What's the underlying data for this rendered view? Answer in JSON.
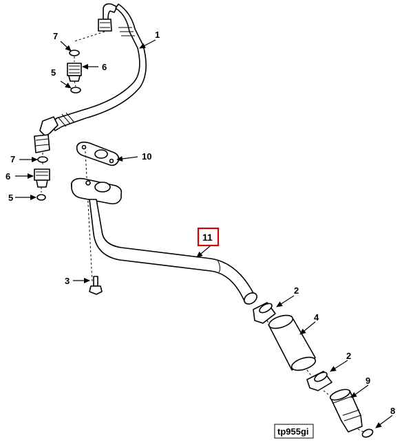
{
  "diagram": {
    "figure_code": "tp955gi",
    "highlight_color": "#d40000",
    "highlighted_callout": "11",
    "callouts": [
      {
        "id": "c1",
        "label": "1"
      },
      {
        "id": "c7a",
        "label": "7"
      },
      {
        "id": "c6a",
        "label": "6"
      },
      {
        "id": "c5a",
        "label": "5"
      },
      {
        "id": "c10",
        "label": "10"
      },
      {
        "id": "c7b",
        "label": "7"
      },
      {
        "id": "c6b",
        "label": "6"
      },
      {
        "id": "c5b",
        "label": "5"
      },
      {
        "id": "c11",
        "label": "11"
      },
      {
        "id": "c3",
        "label": "3"
      },
      {
        "id": "c2a",
        "label": "2"
      },
      {
        "id": "c4",
        "label": "4"
      },
      {
        "id": "c2b",
        "label": "2"
      },
      {
        "id": "c9",
        "label": "9"
      },
      {
        "id": "c8",
        "label": "8"
      }
    ]
  }
}
